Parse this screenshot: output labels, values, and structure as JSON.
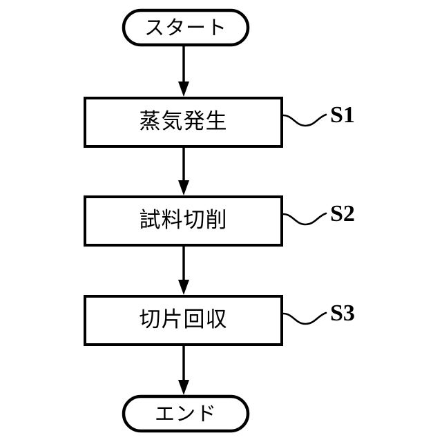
{
  "diagram": {
    "type": "flowchart",
    "orientation": "vertical",
    "background_color": "#ffffff",
    "stroke_color": "#000000",
    "nodes": [
      {
        "id": "start",
        "shape": "terminal",
        "label": "スタート",
        "name": "start-terminal"
      },
      {
        "id": "s1",
        "shape": "process",
        "label": "蒸気発生",
        "step_label": "S1",
        "name": "process-step-s1"
      },
      {
        "id": "s2",
        "shape": "process",
        "label": "試料切削",
        "step_label": "S2",
        "name": "process-step-s2"
      },
      {
        "id": "s3",
        "shape": "process",
        "label": "切片回収",
        "step_label": "S3",
        "name": "process-step-s3"
      },
      {
        "id": "end",
        "shape": "terminal",
        "label": "エンド",
        "name": "end-terminal"
      }
    ],
    "edges": [
      {
        "from": "start",
        "to": "s1",
        "arrow": "down"
      },
      {
        "from": "s1",
        "to": "s2",
        "arrow": "down"
      },
      {
        "from": "s2",
        "to": "s3",
        "arrow": "down"
      },
      {
        "from": "s3",
        "to": "end",
        "arrow": "down"
      }
    ],
    "step_labels": [
      "S1",
      "S2",
      "S3"
    ]
  }
}
